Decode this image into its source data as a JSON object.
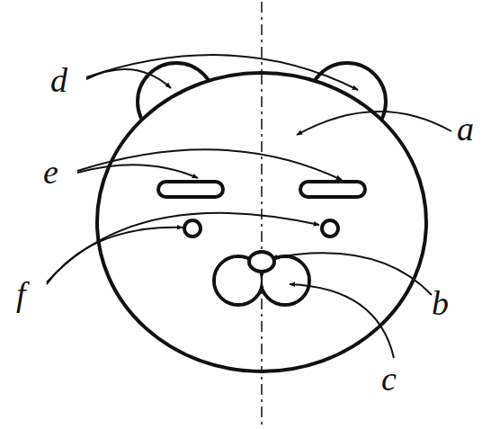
{
  "diagram": {
    "labels": [
      "d",
      "a",
      "e",
      "f",
      "b",
      "c"
    ]
  }
}
